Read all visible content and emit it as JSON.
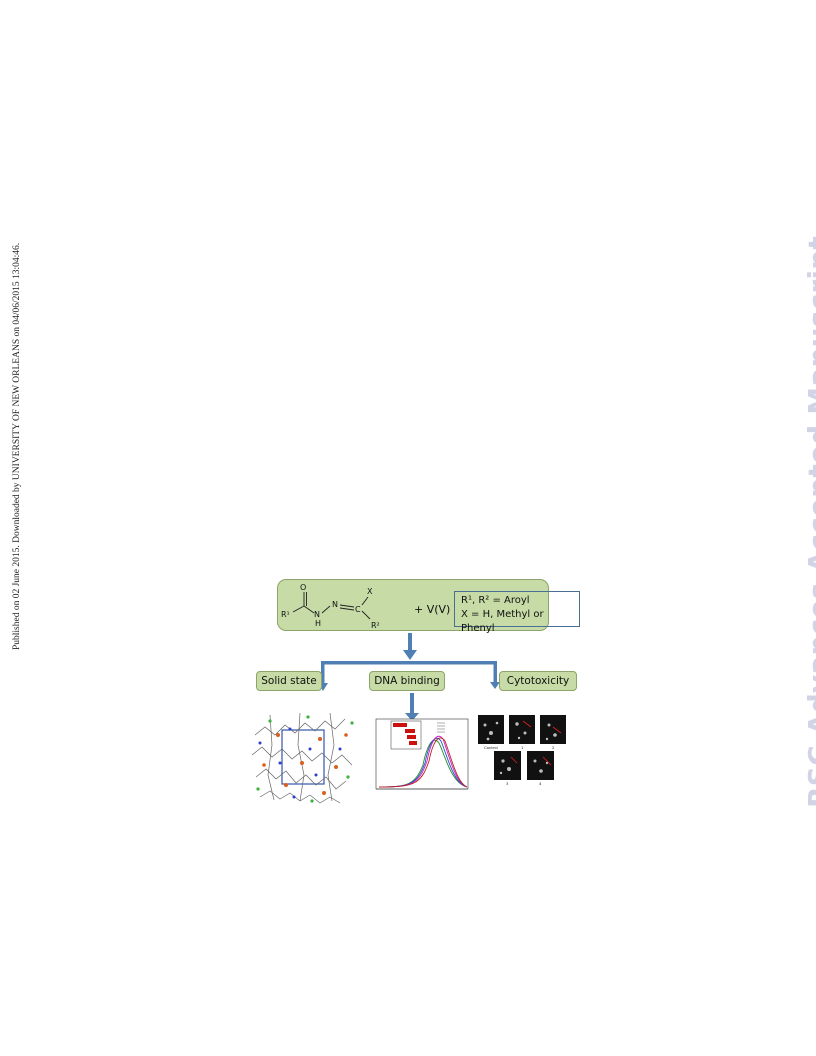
{
  "side_note": "Published on 02 June 2015. Downloaded by UNIVERSITY OF NEW ORLEANS on 04/06/2015 13:04:46.",
  "watermark": "RSC Advances Accepted Manuscript",
  "scheme": {
    "reagent": "+ V(V)",
    "substituents": [
      "R¹, R² = Aroyl",
      "X = H, Methyl or Phenyl"
    ],
    "atoms": {
      "O": "O",
      "R1": "R¹",
      "N1": "N",
      "H": "H",
      "N2": "N",
      "C": "C",
      "X": "X",
      "R2": "R²"
    }
  },
  "labels": {
    "solid_state": "Solid state",
    "dna_binding": "DNA binding",
    "cytotoxicity": "Cytotoxicity"
  },
  "cell_panels": {
    "control": "Control",
    "p1": "1",
    "p2": "2",
    "p3": "3",
    "p4": "4"
  },
  "colors": {
    "box_fill": "#c6dba6",
    "box_border": "#8da56a",
    "arrow": "#4f7fb3",
    "watermark": "#d3d3e6"
  }
}
